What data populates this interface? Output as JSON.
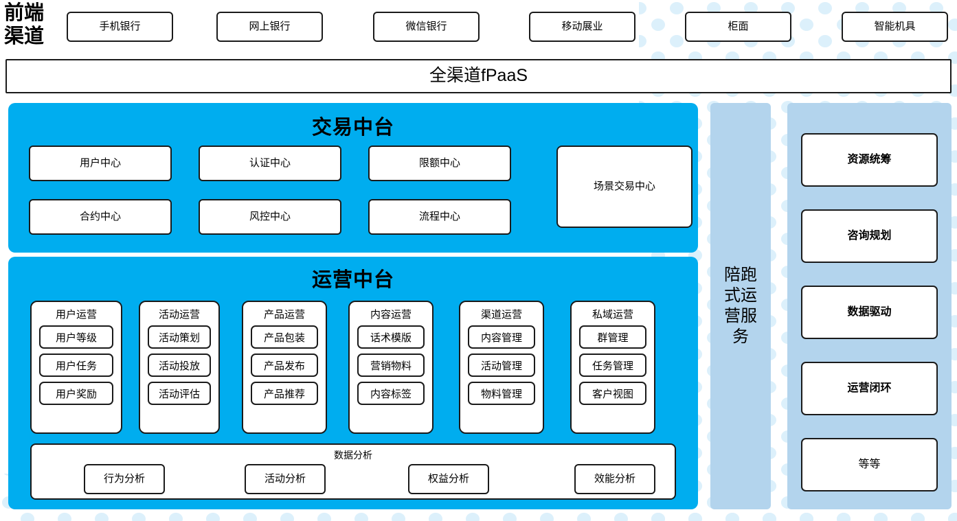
{
  "colors": {
    "primary_blue": "#00ADEF",
    "light_blue": "#B3D4ED",
    "dot_blue": "#DCF0FB",
    "box_border": "#1A1A1A",
    "box_fill": "#FFFFFF"
  },
  "channel": {
    "label": "前端渠道",
    "items": [
      {
        "label": "手机银行"
      },
      {
        "label": "网上银行"
      },
      {
        "label": "微信银行"
      },
      {
        "label": "移动展业"
      },
      {
        "label": "柜面"
      },
      {
        "label": "智能机具"
      }
    ]
  },
  "fpaas": {
    "label": "全渠道fPaaS"
  },
  "trade_center": {
    "title": "交易中台",
    "items": [
      {
        "label": "用户中心"
      },
      {
        "label": "认证中心"
      },
      {
        "label": "限额中心"
      },
      {
        "label": "合约中心"
      },
      {
        "label": "风控中心"
      },
      {
        "label": "流程中心"
      }
    ],
    "scene": {
      "label": "场景交易中心"
    }
  },
  "ops_center": {
    "title": "运营中台",
    "columns": [
      {
        "title": "用户运营",
        "items": [
          "用户等级",
          "用户任务",
          "用户奖励"
        ]
      },
      {
        "title": "活动运营",
        "items": [
          "活动策划",
          "活动投放",
          "活动评估"
        ]
      },
      {
        "title": "产品运营",
        "items": [
          "产品包装",
          "产品发布",
          "产品推荐"
        ]
      },
      {
        "title": "内容运营",
        "items": [
          "话术模版",
          "营销物料",
          "内容标签"
        ]
      },
      {
        "title": "渠道运营",
        "items": [
          "内容管理",
          "活动管理",
          "物料管理"
        ]
      },
      {
        "title": "私域运营",
        "items": [
          "群管理",
          "任务管理",
          "客户视图"
        ]
      }
    ],
    "data_analysis": {
      "title": "数据分析",
      "items": [
        "行为分析",
        "活动分析",
        "权益分析",
        "效能分析"
      ]
    }
  },
  "service_column": {
    "label": "陪跑式运营服务"
  },
  "capability_column": {
    "items": [
      {
        "label": "资源统筹",
        "bold": true
      },
      {
        "label": "咨询规划",
        "bold": true
      },
      {
        "label": "数据驱动",
        "bold": true
      },
      {
        "label": "运营闭环",
        "bold": true
      },
      {
        "label": "等等",
        "bold": false
      }
    ]
  }
}
